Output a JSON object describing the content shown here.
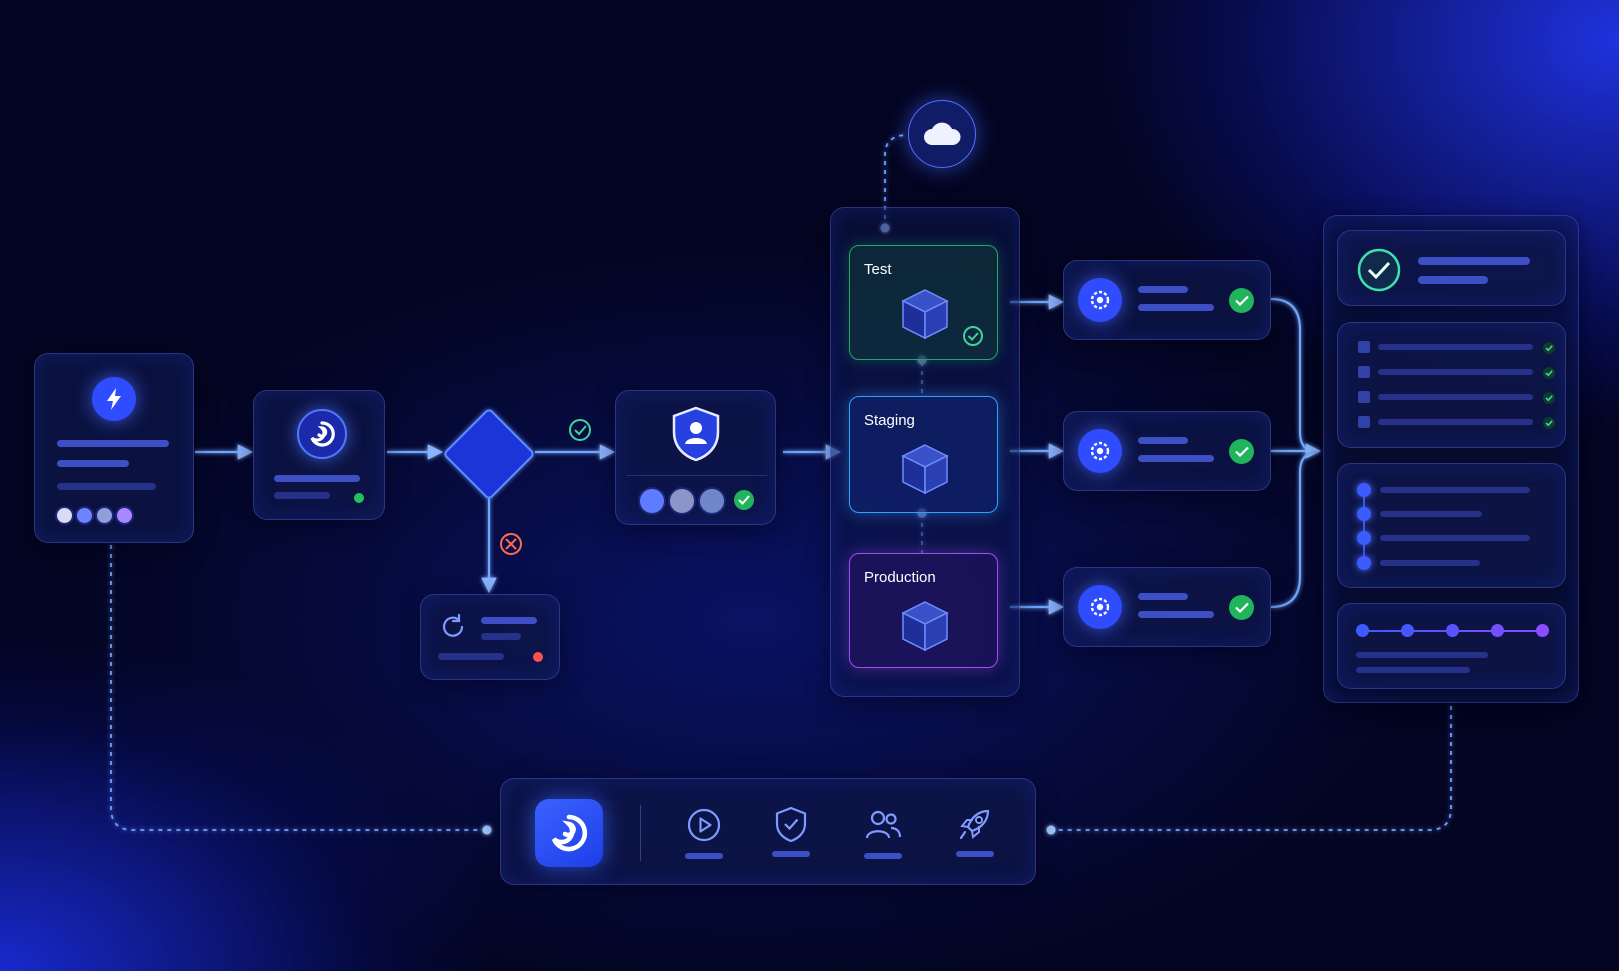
{
  "environments": {
    "test_label": "Test",
    "staging_label": "Staging",
    "production_label": "Production"
  },
  "colors": {
    "accent": "#2f4cff",
    "success": "#20b45c",
    "error": "#ff6a4d",
    "test_border": "#1fa86a",
    "staging_border": "#2fa0ff",
    "production_border": "#a04ef0"
  },
  "icons": {
    "trigger": "lightning-bolt-icon",
    "source": "swirl-logo-icon",
    "retry": "refresh-icon",
    "security": "shield-user-icon",
    "cloud": "cloud-icon",
    "artifact": "cube-icon",
    "deploy_job": "gear-icon",
    "summary": "check-circle-icon",
    "nav": [
      "play-icon",
      "shield-check-icon",
      "users-icon",
      "rocket-icon"
    ]
  }
}
